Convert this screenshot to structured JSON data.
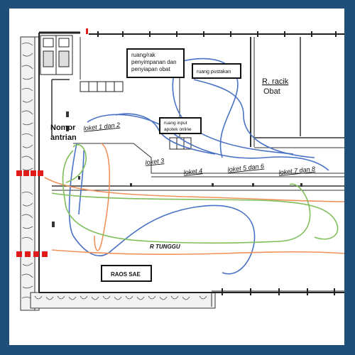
{
  "labels": {
    "nomor_antrian_1": "Nomor",
    "nomor_antrian_2": "antrian",
    "loket_1_2": "loket 1 dan 2",
    "loket_3": "loket 3",
    "loket_4": "loket 4",
    "loket_5_6": "loket 5 dan 6",
    "loket_7_8": "loket 7 dan 8",
    "ruang_rak_1": "ruang/rak",
    "ruang_rak_2": "penyimpanan dan",
    "ruang_rak_3": "penyiapan obat",
    "ruang_pustakan": "ruang pustakan",
    "r_racik_1": "R. racik",
    "r_racik_2": "Obat",
    "ruang_input_1": "ruang input",
    "ruang_input_2": "apotek online",
    "r_tunggu": "R TUNGGU",
    "raos_sae": "RAOS SAE"
  },
  "colors": {
    "frame": "#1f4e79",
    "blue_path": "#4a72c4",
    "orange_path": "#f0925a",
    "green_path": "#7fbf5a",
    "entry_marker": "#e01b1b"
  }
}
